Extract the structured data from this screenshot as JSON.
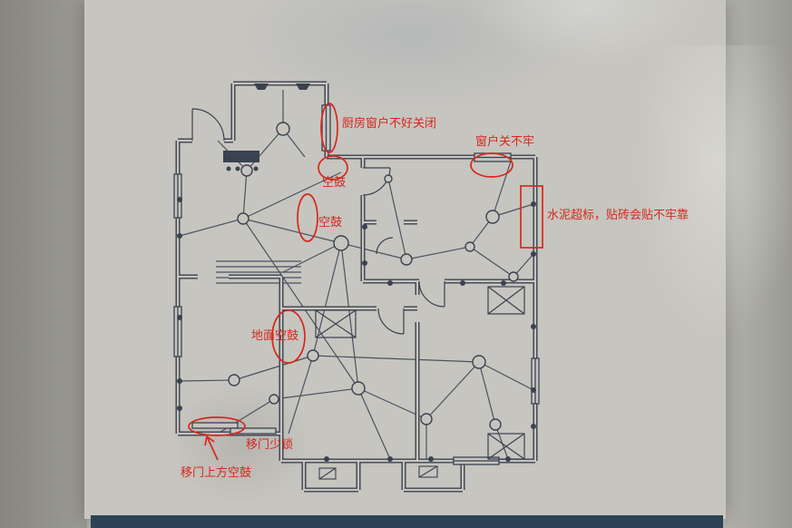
{
  "photo": {
    "subject": "site inspection photo of an apartment electrical wiring floor plan on paper",
    "colors": {
      "annotation_red": "#d6281e",
      "plan_ink": "#3a4250",
      "paper": "#c7c5bf",
      "table_edge_blue": "#2e4257"
    }
  },
  "annotations": {
    "kitchen_window": "厨房窗户不好关闭",
    "hollow_top": "空鼓",
    "hollow_mid": "空鼓",
    "window_not_tight": "窗户关不牢",
    "cement_over": "水泥超标，贴砖会贴不牢靠",
    "floor_hollow": "地面空鼓",
    "sliding_door_lock_missing": "移门少锁",
    "sliding_door_top_hollow": "移门上方空鼓"
  }
}
